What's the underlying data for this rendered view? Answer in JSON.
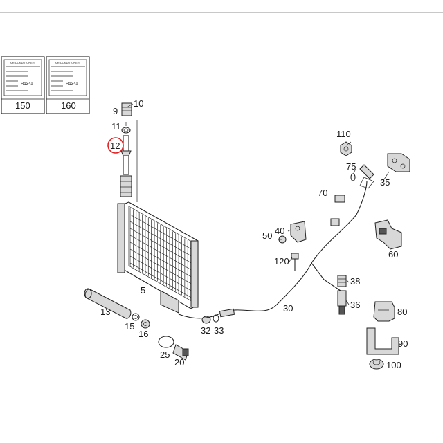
{
  "labels": [
    {
      "id": "p9",
      "text": "9"
    },
    {
      "id": "p10",
      "text": "10"
    },
    {
      "id": "p11",
      "text": "11"
    },
    {
      "id": "p12",
      "text": "12"
    },
    {
      "id": "p5",
      "text": "5"
    },
    {
      "id": "p13",
      "text": "13"
    },
    {
      "id": "p15",
      "text": "15"
    },
    {
      "id": "p16",
      "text": "16"
    },
    {
      "id": "p25",
      "text": "25"
    },
    {
      "id": "p20",
      "text": "20"
    },
    {
      "id": "p32",
      "text": "32"
    },
    {
      "id": "p33",
      "text": "33"
    },
    {
      "id": "p30",
      "text": "30"
    },
    {
      "id": "p36",
      "text": "36"
    },
    {
      "id": "p38",
      "text": "38"
    },
    {
      "id": "p40",
      "text": "40"
    },
    {
      "id": "p50",
      "text": "50"
    },
    {
      "id": "p120",
      "text": "120"
    },
    {
      "id": "p70",
      "text": "70"
    },
    {
      "id": "p75",
      "text": "75"
    },
    {
      "id": "p110",
      "text": "110"
    },
    {
      "id": "p35",
      "text": "35"
    },
    {
      "id": "p60",
      "text": "60"
    },
    {
      "id": "p80",
      "text": "80"
    },
    {
      "id": "p90",
      "text": "90"
    },
    {
      "id": "p100",
      "text": "100"
    }
  ],
  "highlighted_part": "12",
  "highlight_color": "#e02020",
  "label_boxes": [
    {
      "id": "b150",
      "number": "150",
      "title": "AIR CONDITIONER",
      "code": "R134a"
    },
    {
      "id": "b160",
      "number": "160",
      "title": "AIR CONDITIONER",
      "code": "R134a"
    }
  ]
}
